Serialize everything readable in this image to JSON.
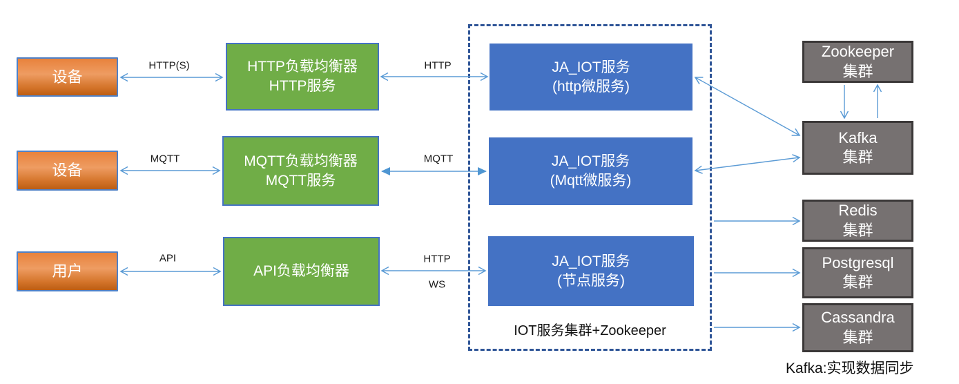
{
  "actors": [
    {
      "label": "设备"
    },
    {
      "label": "设备"
    },
    {
      "label": "用户"
    }
  ],
  "balancers": [
    {
      "line1": "HTTP负载均衡器",
      "line2": "HTTP服务"
    },
    {
      "line1": "MQTT负载均衡器",
      "line2": "MQTT服务"
    },
    {
      "line1": "API负载均衡器"
    }
  ],
  "services": [
    {
      "line1": "JA_IOT服务",
      "line2": "(http微服务)"
    },
    {
      "line1": "JA_IOT服务",
      "line2": "(Mqtt微服务)"
    },
    {
      "line1": "JA_IOT服务",
      "line2": "(节点服务)"
    }
  ],
  "clusters": [
    {
      "line1": "Zookeeper",
      "line2": "集群"
    },
    {
      "line1": "Kafka",
      "line2": "集群"
    },
    {
      "line1": "Redis",
      "line2": "集群"
    },
    {
      "line1": "Postgresql",
      "line2": "集群"
    },
    {
      "line1": "Cassandra",
      "line2": "集群"
    }
  ],
  "cluster_box_caption": "IOT服务集群+Zookeeper",
  "edge_labels": {
    "device_http": "HTTP(S)",
    "lb_http": "HTTP",
    "device_mqtt": "MQTT",
    "lb_mqtt": "MQTT",
    "user_api": "API",
    "lb_api_http": "HTTP",
    "lb_api_ws": "WS"
  },
  "footnote": "Kafka:实现数据同步",
  "colors": {
    "actor_fill_top": "#e8823c",
    "actor_fill_bottom": "#bc5d13",
    "actor_border": "#4f81c7",
    "balancer_fill": "#70ad47",
    "balancer_border": "#4472c4",
    "service_fill": "#4472c4",
    "cluster_fill": "#767171",
    "cluster_border": "#3b3838",
    "dashed_border": "#2f5597",
    "arrow": "#5b9bd5",
    "text_on_fill": "#ffffff"
  }
}
